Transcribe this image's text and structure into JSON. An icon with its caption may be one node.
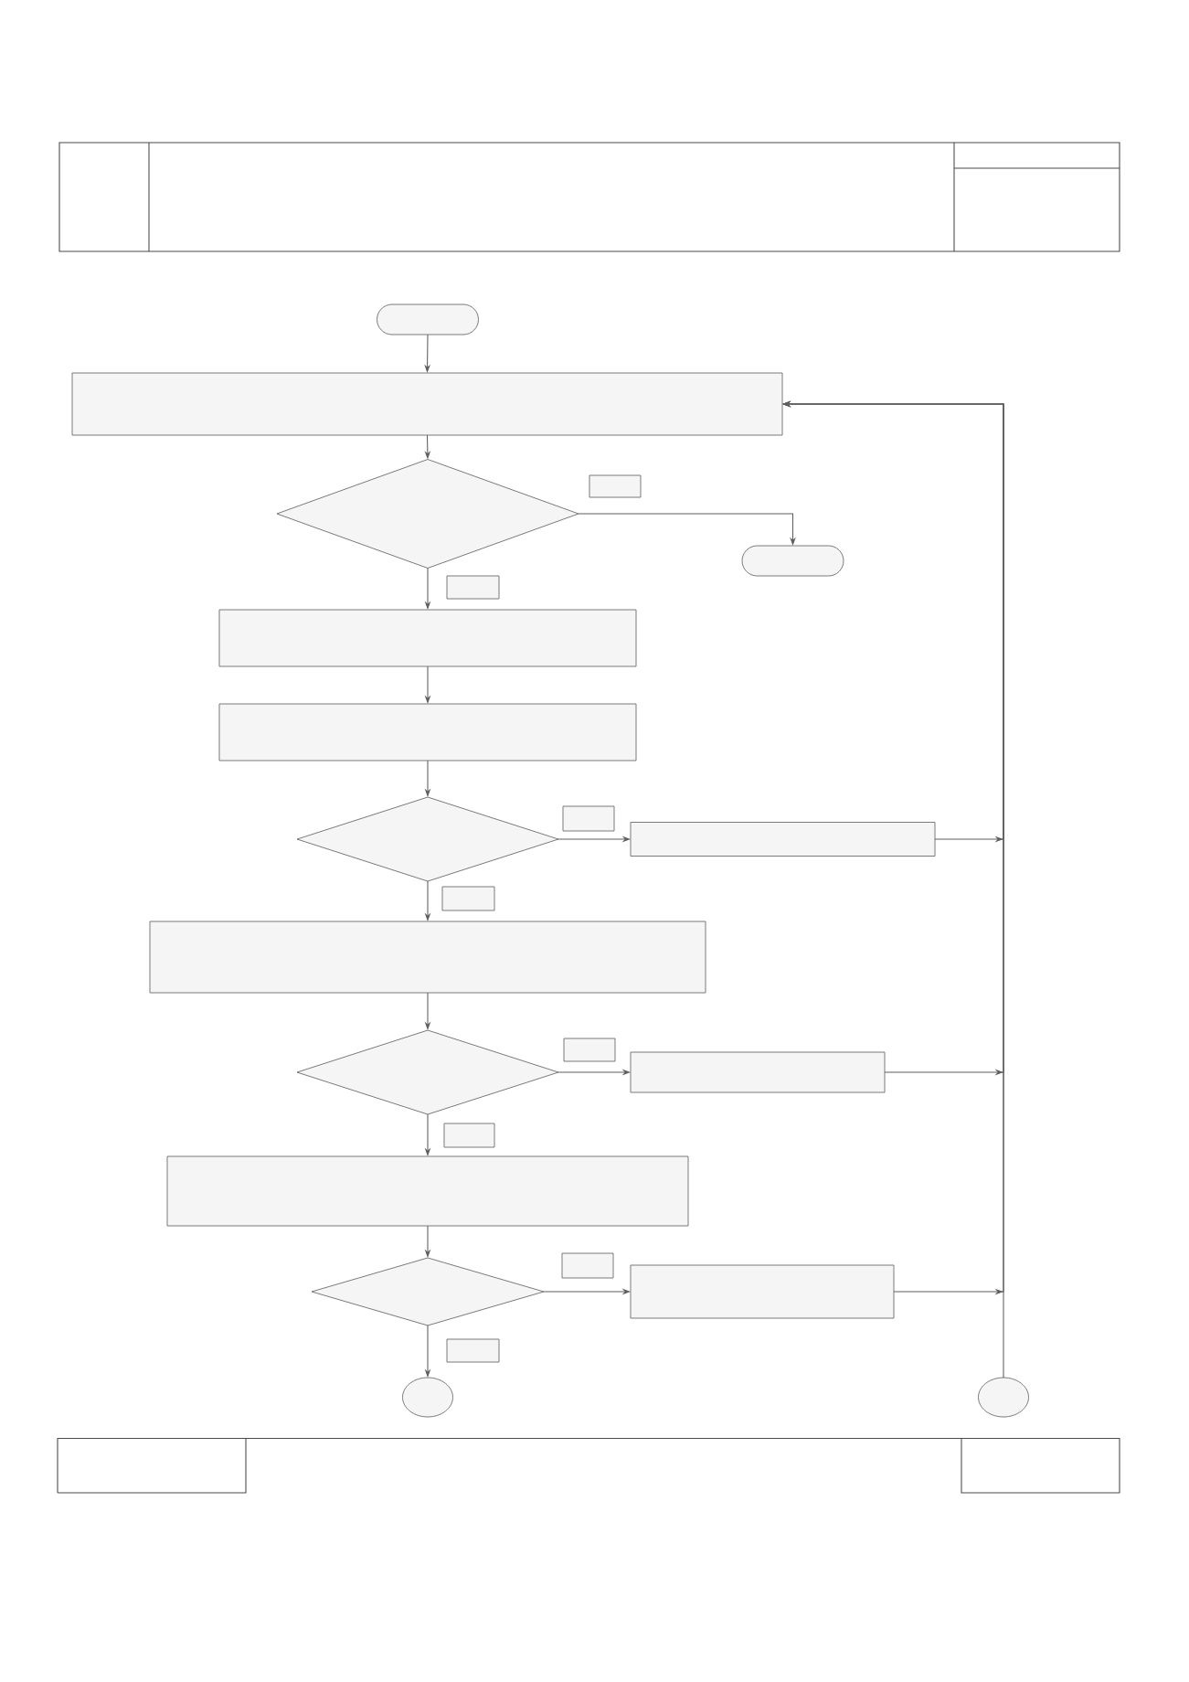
{
  "diagram": {
    "nodes": [
      {
        "text": [],
        "shape": "capsule"
      },
      {
        "text": [],
        "shape": "box"
      },
      {
        "text": [],
        "shape": "diamond"
      },
      {
        "text": [],
        "shape": "box"
      },
      {
        "text": [],
        "shape": "capsule"
      },
      {
        "text": [],
        "shape": "box"
      },
      {
        "text": [],
        "shape": "box"
      },
      {
        "text": [],
        "shape": "box"
      },
      {
        "text": [],
        "shape": "diamond"
      },
      {
        "text": [],
        "shape": "box"
      },
      {
        "text": [],
        "shape": "box"
      },
      {
        "text": [],
        "shape": "box"
      },
      {
        "text": [],
        "shape": "box"
      },
      {
        "text": [],
        "shape": "diamond"
      },
      {
        "text": [],
        "shape": "box"
      },
      {
        "text": [],
        "shape": "box"
      },
      {
        "text": [],
        "shape": "box"
      },
      {
        "text": [],
        "shape": "box"
      },
      {
        "text": [],
        "shape": "diamond"
      },
      {
        "text": [],
        "shape": "box"
      },
      {
        "text": [],
        "shape": "box"
      },
      {
        "text": [],
        "shape": "box"
      },
      {
        "text": [],
        "shape": "circle"
      },
      {
        "text": [],
        "shape": "circle"
      }
    ],
    "edges": [
      {
        "from": 0,
        "to": 1,
        "arrow": "to"
      },
      {
        "from": 1,
        "to": 2,
        "arrow": "to"
      },
      {
        "from": 2,
        "to": 4,
        "arrow": "to"
      },
      {
        "from": 2,
        "to": 6,
        "arrow": "to"
      },
      {
        "from": 6,
        "to": 7,
        "arrow": "to"
      },
      {
        "from": 7,
        "to": 8,
        "arrow": "to"
      },
      {
        "from": 8,
        "to": 10,
        "arrow": "to"
      },
      {
        "from": 8,
        "to": 12,
        "arrow": "to"
      },
      {
        "from": 12,
        "to": 13,
        "arrow": "to"
      },
      {
        "from": 13,
        "to": 15,
        "arrow": "to"
      },
      {
        "from": 13,
        "to": 17,
        "arrow": "to"
      },
      {
        "from": 17,
        "to": 18,
        "arrow": "to"
      },
      {
        "from": 18,
        "to": 20,
        "arrow": "to"
      },
      {
        "from": 18,
        "to": 22,
        "arrow": "to"
      },
      {
        "from": 10,
        "to": 1,
        "arrow": "to"
      },
      {
        "from": 15,
        "to": 1,
        "arrow": "to"
      },
      {
        "from": 20,
        "to": 1,
        "arrow": "to"
      },
      {
        "from": 23,
        "to": 1,
        "arrow": "to"
      }
    ]
  }
}
